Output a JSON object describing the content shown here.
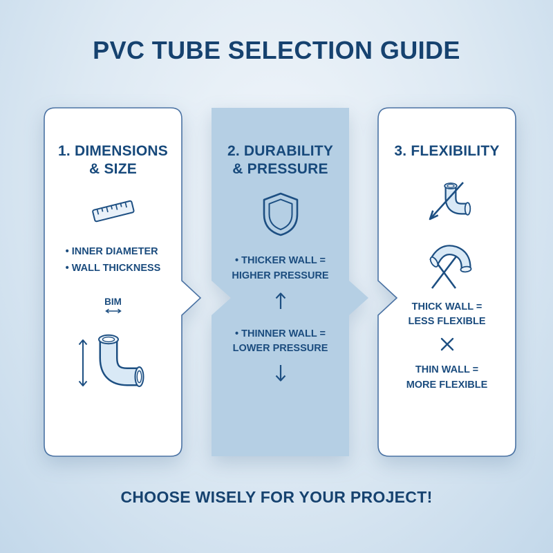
{
  "title": "PVC TUBE SELECTION GUIDE",
  "footer": "CHOOSE WISELY FOR YOUR PROJECT!",
  "colors": {
    "navy_text": "#17497b",
    "icon_stroke": "#1d4f82",
    "card_white": "#ffffff",
    "card_border": "#4a72a3",
    "middle_band_blue": "#b5cfe4",
    "pipe_fill": "#d9e9f6",
    "background_center": "#f0f5fa",
    "background_edge": "#c3d8ea"
  },
  "panel1": {
    "heading": [
      "1. DIMENSIONS",
      "& SIZE"
    ],
    "bullets": [
      "• INNER DIAMETER",
      "• WALL THICKNESS"
    ],
    "dim_label": "BIM",
    "icons": [
      "ruler-icon",
      "horizontal-dimension-arrow-icon",
      "vertical-dimension-arrow-icon",
      "elbow-pipe-icon"
    ]
  },
  "panel2": {
    "heading": [
      "2. DURABILITY",
      "& PRESSURE"
    ],
    "items": [
      {
        "lines": [
          "• THICKER WALL =",
          "HIGHER PRESSURE"
        ],
        "arrow": "up"
      },
      {
        "lines": [
          "• THINNER WALL =",
          "LOWER PRESSURE"
        ],
        "arrow": "down"
      }
    ],
    "icons": [
      "shield-icon",
      "arrow-up-icon",
      "arrow-down-icon"
    ]
  },
  "panel3": {
    "heading": [
      "3. FLEXIBILITY"
    ],
    "statements": [
      {
        "lines": [
          "THICK WALL =",
          "LESS FLEXIBLE"
        ]
      },
      {
        "lines": [
          "THIN WALL =",
          "MORE FLEXIBLE"
        ]
      }
    ],
    "icons": [
      "rigid-pipe-crossed-arrow-icon",
      "flexible-pipe-stand-icon",
      "cross-icon"
    ]
  }
}
